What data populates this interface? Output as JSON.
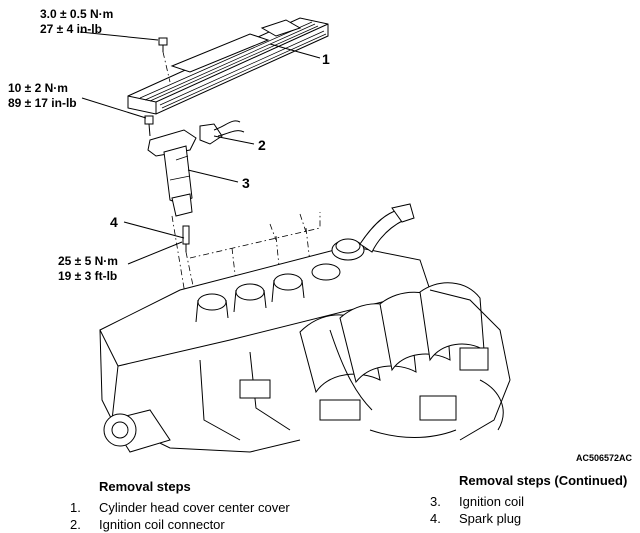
{
  "diagram": {
    "torque_specs": [
      {
        "metric": "3.0 ± 0.5 N·m",
        "imperial": "27 ± 4 in-lb"
      },
      {
        "metric": "10 ± 2 N·m",
        "imperial": "89 ± 17 in-lb"
      },
      {
        "metric": "25 ± 5 N·m",
        "imperial": "19 ± 3 ft-lb"
      }
    ],
    "callouts": [
      "1",
      "2",
      "3",
      "4"
    ],
    "figure_code": "AC506572AC"
  },
  "removal_steps": {
    "heading": "Removal steps",
    "items": [
      {
        "num": "1.",
        "text": "Cylinder head cover center cover"
      },
      {
        "num": "2.",
        "text": "Ignition coil connector"
      }
    ]
  },
  "removal_steps_continued": {
    "heading": "Removal steps (Continued)",
    "items": [
      {
        "num": "3.",
        "text": "Ignition coil"
      },
      {
        "num": "4.",
        "text": "Spark plug"
      }
    ]
  }
}
